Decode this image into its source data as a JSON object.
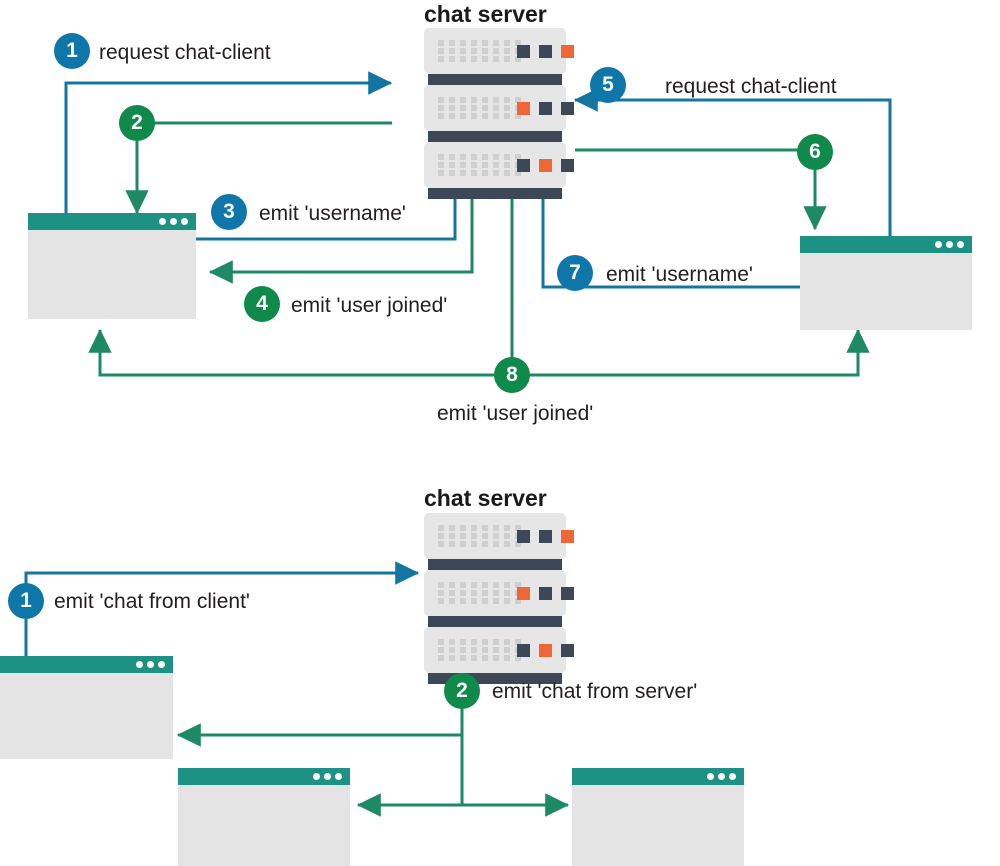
{
  "meta": {
    "colors": {
      "blue": "#0e76a8",
      "green": "#0f8a4a",
      "green_line": "#1e8a63",
      "teal": "#1d9183",
      "server_dark": "#3c4858",
      "server_light": "#e6e6e6",
      "led_orange": "#ef6637",
      "window_body": "#e4e4e4",
      "text": "#231f20"
    }
  },
  "diagrams": [
    {
      "id": "connection-handshake",
      "server_title": "chat server",
      "server": {
        "units": [
          {
            "leds": [
              "dark",
              "dark",
              "orange"
            ]
          },
          {
            "leds": [
              "orange",
              "dark",
              "dark"
            ]
          },
          {
            "leds": [
              "dark",
              "orange",
              "dark"
            ]
          }
        ]
      },
      "steps": [
        {
          "num": "1",
          "color": "blue",
          "label": "request chat-client"
        },
        {
          "num": "2",
          "color": "green",
          "label": ""
        },
        {
          "num": "3",
          "color": "blue",
          "label": "emit 'username'"
        },
        {
          "num": "4",
          "color": "green",
          "label": "emit 'user joined'"
        },
        {
          "num": "5",
          "color": "blue",
          "label": "request chat-client"
        },
        {
          "num": "6",
          "color": "green",
          "label": ""
        },
        {
          "num": "7",
          "color": "blue",
          "label": "emit 'username'"
        },
        {
          "num": "8",
          "color": "green",
          "label": "emit 'user joined'"
        }
      ],
      "clients": [
        {
          "id": "client-left",
          "dots": 3
        },
        {
          "id": "client-right",
          "dots": 3
        }
      ]
    },
    {
      "id": "chat-broadcast",
      "server_title": "chat server",
      "server": {
        "units": [
          {
            "leds": [
              "dark",
              "dark",
              "orange"
            ]
          },
          {
            "leds": [
              "orange",
              "dark",
              "dark"
            ]
          },
          {
            "leds": [
              "dark",
              "orange",
              "dark"
            ]
          }
        ]
      },
      "steps": [
        {
          "num": "1",
          "color": "blue",
          "label": "emit 'chat from client'"
        },
        {
          "num": "2",
          "color": "green",
          "label": "emit 'chat from server'"
        }
      ],
      "clients": [
        {
          "id": "client-sender",
          "dots": 3
        },
        {
          "id": "client-receiver-a",
          "dots": 3
        },
        {
          "id": "client-receiver-b",
          "dots": 3
        }
      ]
    }
  ]
}
